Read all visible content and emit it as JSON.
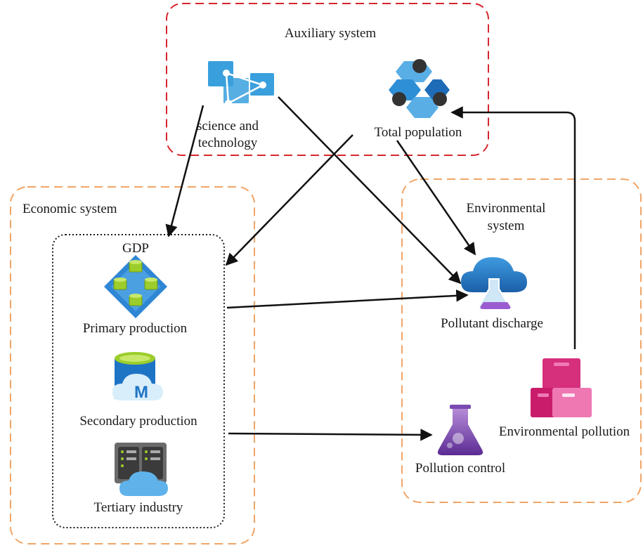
{
  "groups": {
    "auxiliary": "Auxiliary system",
    "economic": "Economic system",
    "environmental_line1": "Environmental",
    "environmental_line2": "system"
  },
  "nodes": {
    "gdp": "GDP",
    "science_line1": "science and",
    "science_line2": "technology",
    "total_population": "Total population",
    "primary_production": "Primary production",
    "secondary_production": "Secondary production",
    "tertiary_industry": "Tertiary industry",
    "pollutant_discharge": "Pollutant discharge",
    "pollution_control": "Pollution control",
    "environmental_pollution": "Environmental pollution"
  },
  "colors": {
    "auxiliary_border": "#d7262e",
    "economic_border": "#f0a566",
    "environmental_border": "#f0a566",
    "gdp_border": "#1a1a1a",
    "arrow": "#111111"
  },
  "icons": {
    "science": "network-diagram-icon",
    "population": "population-cluster-icon",
    "primary": "primary-production-icon",
    "secondary": "database-cloud-icon",
    "tertiary": "server-cloud-icon",
    "discharge": "cloud-flask-icon",
    "control": "flask-icon",
    "environmental": "pink-boxes-icon"
  }
}
